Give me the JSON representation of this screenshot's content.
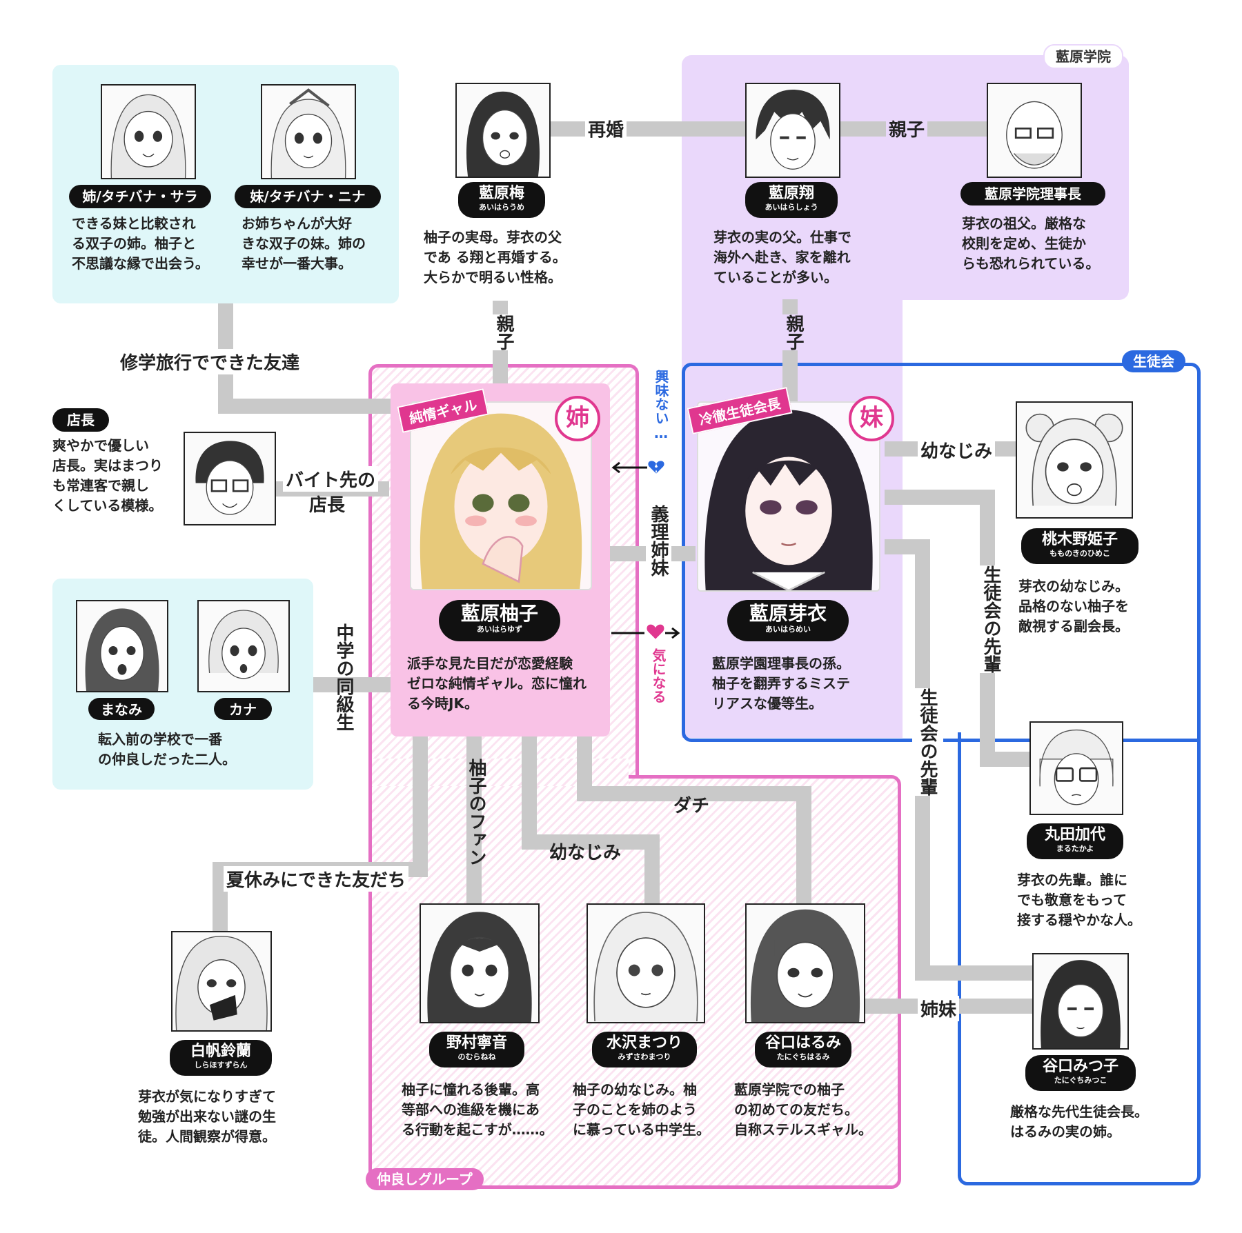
{
  "groups": {
    "aihara_academy": "藍原学院",
    "student_council": "生徒会",
    "friend_group": "仲良しグループ"
  },
  "characters": {
    "sara": {
      "name": "姉/タチバナ・サラ",
      "desc": [
        "できる妹と比較され",
        "る双子の姉。柚子と",
        "不思議な縁で出会う。"
      ]
    },
    "nina": {
      "name": "妹/タチバナ・ニナ",
      "desc": [
        "お姉ちゃんが大好",
        "きな双子の妹。姉の",
        "幸せが一番大事。"
      ]
    },
    "ume": {
      "name": "藍原梅",
      "reading": "あいはらうめ",
      "desc": [
        "柚子の実母。芽衣の父",
        "であ る翔と再婚する。",
        "大らかで明るい性格。"
      ]
    },
    "sho": {
      "name": "藍原翔",
      "reading": "あいはらしょう",
      "desc": [
        "芽衣の実の父。仕事で",
        "海外へ赴き、家を離れ",
        "ていることが多い。"
      ]
    },
    "chairman": {
      "name": "藍原学院理事長",
      "desc": [
        "芽衣の祖父。厳格な",
        "校則を定め、生徒か",
        "らも恐れられている。"
      ]
    },
    "tencho": {
      "name": "店長",
      "desc": [
        "爽やかで優しい",
        "店長。実はまつり",
        "も常連客で親し",
        "くしている模様。"
      ]
    },
    "yuzu": {
      "name": "藍原柚子",
      "reading": "あいはらゆず",
      "badge": "姉",
      "ribbon": "純情ギャル",
      "desc": [
        "派手な見た目だが恋愛経験",
        "ゼロな純情ギャル。恋に憧れ",
        "る今時JK。"
      ]
    },
    "mei": {
      "name": "藍原芽衣",
      "reading": "あいはらめい",
      "badge": "妹",
      "ribbon": "冷徹生徒会長",
      "desc": [
        "藍原学園理事長の孫。",
        "柚子を翻弄するミステ",
        "リアスな優等生。"
      ]
    },
    "himeko": {
      "name": "桃木野姫子",
      "reading": "もものきのひめこ",
      "desc": [
        "芽衣の幼なじみ。",
        "品格のない柚子を",
        "敵視する副会長。"
      ]
    },
    "manami": {
      "name": "まなみ"
    },
    "kana": {
      "name": "カナ"
    },
    "manami_kana_desc": [
      "転入前の学校で一番",
      "の仲良しだった二人。"
    ],
    "kayo": {
      "name": "丸田加代",
      "reading": "まるたかよ",
      "desc": [
        "芽衣の先輩。誰に",
        "でも敬意をもって",
        "接する穏やかな人。"
      ]
    },
    "suzuran": {
      "name": "白帆鈴蘭",
      "reading": "しらほすずらん",
      "desc": [
        "芽衣が気になりすぎて",
        "勉強が出来ない謎の生",
        "徒。人間観察が得意。"
      ]
    },
    "nene": {
      "name": "野村寧音",
      "reading": "のむらねね",
      "desc": [
        "柚子に憧れる後輩。高",
        "等部への進級を機にあ",
        "る行動を起こすが……。"
      ]
    },
    "matsuri": {
      "name": "水沢まつり",
      "reading": "みずさわまつり",
      "desc": [
        "柚子の幼なじみ。柚",
        "子のことを姉のよう",
        "に慕っている中学生。"
      ]
    },
    "harumi": {
      "name": "谷口はるみ",
      "reading": "たにぐちはるみ",
      "desc": [
        "藍原学院での柚子",
        "の初めての友だち。",
        "自称ステルスギャル。"
      ]
    },
    "mitsuko": {
      "name": "谷口みつ子",
      "reading": "たにぐちみつこ",
      "desc": [
        "厳格な先代生徒会長。",
        "はるみの実の姉。"
      ]
    }
  },
  "relations": {
    "saikon": "再婚",
    "oyako1": "親子",
    "oyako2": "親子",
    "oyako3": "親子",
    "shugaku": "修学旅行でできた友達",
    "baito": "バイト先の",
    "baito2": "店長",
    "kyomi": "興味ない…",
    "giri": "義理姉妹",
    "kininaru": "気になる",
    "osananajimi": "幼なじみ",
    "chugaku": "中学の同級生",
    "seitokai_senpai1": "生徒会の先輩",
    "seitokai_senpai2": "生徒会の先輩",
    "yuzu_fan": "柚子のファン",
    "dachi": "ダチ",
    "osananajimi2": "幼なじみ",
    "natsuyasumi": "夏休みにできた友だち",
    "shimai": "姉妹"
  },
  "colors": {
    "cyan": "#dff7f9",
    "lavender": "#ead8fb",
    "pink": "#e56fc3",
    "blue": "#2b69e0",
    "magenta": "#e0378f",
    "line": "#c9c9c9"
  }
}
